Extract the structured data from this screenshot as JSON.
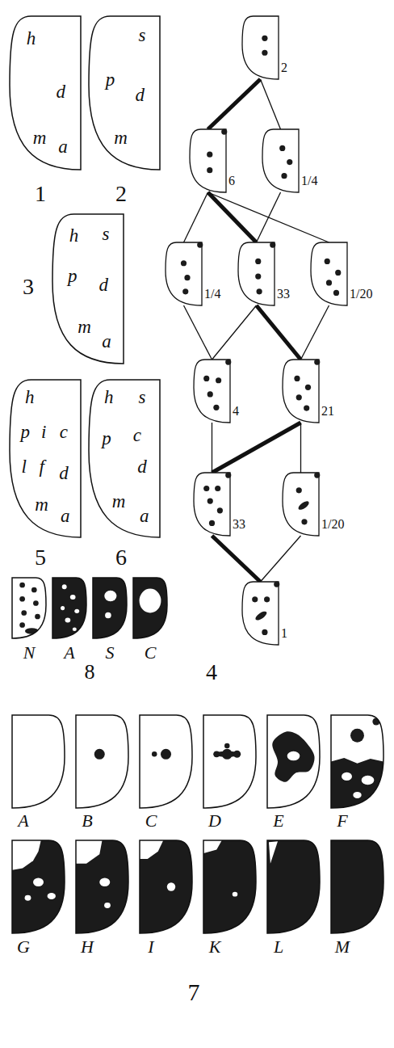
{
  "diagram": {
    "nodes": [
      {
        "text": [
          "h",
          "d",
          "m",
          "a"
        ]
      },
      {
        "text": [
          "s",
          "p",
          "d",
          "m"
        ]
      },
      {
        "text": [
          "h",
          "s",
          "p",
          "d",
          "m",
          "a"
        ]
      },
      {
        "text": [
          "h",
          "p",
          "i",
          "c",
          "l",
          "f",
          "d",
          "m",
          "a"
        ]
      },
      {
        "text": [
          "h",
          "s",
          "p",
          "c",
          "d",
          "m",
          "a"
        ]
      },
      {
        "text": [
          "2"
        ]
      },
      {
        "text": [
          "6"
        ]
      },
      {
        "text": [
          "1/4"
        ]
      },
      {
        "text": [
          "1/4"
        ]
      },
      {
        "text": [
          "33"
        ]
      },
      {
        "text": [
          "1/20"
        ]
      },
      {
        "text": [
          "4"
        ]
      },
      {
        "text": [
          "21"
        ]
      },
      {
        "text": [
          "33"
        ]
      },
      {
        "text": [
          "1/20"
        ]
      },
      {
        "text": [
          "1"
        ]
      }
    ],
    "edges": [
      {
        "from": 5,
        "to": 6,
        "arrow": "none"
      },
      {
        "from": 5,
        "to": 7,
        "arrow": "none"
      },
      {
        "from": 6,
        "to": 8,
        "arrow": "none"
      },
      {
        "from": 6,
        "to": 9,
        "arrow": "none"
      },
      {
        "from": 6,
        "to": 10,
        "arrow": "none"
      },
      {
        "from": 7,
        "to": 9,
        "arrow": "none"
      },
      {
        "from": 8,
        "to": 11,
        "arrow": "none"
      },
      {
        "from": 9,
        "to": 11,
        "arrow": "none"
      },
      {
        "from": 9,
        "to": 12,
        "arrow": "none"
      },
      {
        "from": 10,
        "to": 12,
        "arrow": "none"
      },
      {
        "from": 11,
        "to": 13,
        "arrow": "none"
      },
      {
        "from": 12,
        "to": 13,
        "arrow": "none"
      },
      {
        "from": 12,
        "to": 14,
        "arrow": "none"
      },
      {
        "from": 13,
        "to": 15,
        "arrow": "none"
      },
      {
        "from": 14,
        "to": 15,
        "arrow": "none"
      }
    ],
    "labels": [
      "1",
      "2",
      "3",
      "5",
      "6",
      "N",
      "A",
      "S",
      "C",
      "8",
      "4",
      "A",
      "B",
      "C",
      "D",
      "E",
      "F",
      "G",
      "H",
      "I",
      "K",
      "L",
      "M",
      "7"
    ]
  }
}
